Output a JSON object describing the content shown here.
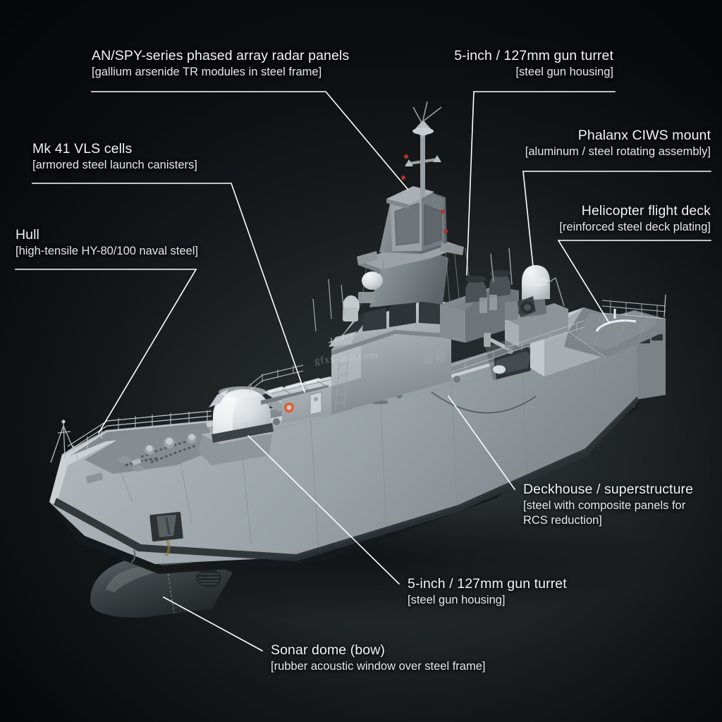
{
  "figure": {
    "subject": "naval warship cutaway annotation",
    "background_color": "#16191b",
    "leader_color": "#ffffff",
    "text_color": "#f2f4f5",
    "watermark": "gfxs-hub.com"
  },
  "annotations": [
    {
      "id": "radar",
      "title": "AN/SPY-series phased array radar panels",
      "material": "[gallium arsenide TR modules in steel frame]",
      "align": "left"
    },
    {
      "id": "gun-turret-top",
      "title": "5-inch / 127mm gun turret",
      "material": "[steel gun housing]",
      "align": "right"
    },
    {
      "id": "ciws",
      "title": "Phalanx CIWS mount",
      "material": "[aluminum / steel rotating assembly]",
      "align": "left"
    },
    {
      "id": "flight-deck",
      "title": "Helicopter flight deck",
      "material": "[reinforced steel deck plating]",
      "align": "left"
    },
    {
      "id": "vls",
      "title": "Mk 41 VLS cells",
      "material": "[armored steel launch canisters]",
      "align": "left"
    },
    {
      "id": "hull",
      "title": "Hull",
      "material": "[high-tensile HY-80/100 naval steel]",
      "align": "left"
    },
    {
      "id": "deckhouse",
      "title": "Deckhouse / superstructure",
      "material": "[steel with composite panels for",
      "material_line2": "RCS reduction]",
      "align": "left"
    },
    {
      "id": "gun-turret-bow",
      "title": "5-inch / 127mm gun turret",
      "material": "[steel gun housing]",
      "align": "left"
    },
    {
      "id": "sonar-dome",
      "title": "Sonar dome (bow)",
      "material": "[rubber acoustic window over steel frame]",
      "align": "left"
    }
  ]
}
